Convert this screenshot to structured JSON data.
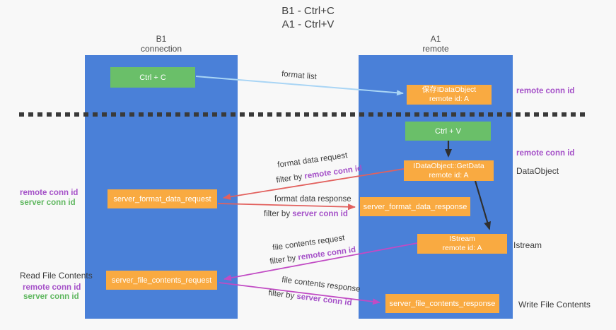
{
  "title": {
    "line1": "B1 - Ctrl+C",
    "line2": "A1 - Ctrl+V"
  },
  "lanes": {
    "left": {
      "name": "B1",
      "role": "connection"
    },
    "right": {
      "name": "A1",
      "role": "remote"
    }
  },
  "boxes": {
    "ctrl_c": {
      "label": "Ctrl + C"
    },
    "ctrl_v": {
      "label": "Ctrl + V"
    },
    "save_dataobject": {
      "line1": "保存IDataObject",
      "line2": "remote id: A"
    },
    "getdata": {
      "line1": "IDataObject::GetData",
      "line2": "remote id: A"
    },
    "istream": {
      "line1": "IStream",
      "line2": "remote id: A"
    },
    "format_request": {
      "label": "server_format_data_request"
    },
    "format_response": {
      "label": "server_format_data_response"
    },
    "file_request": {
      "label": "server_file_contents_request"
    },
    "file_response": {
      "label": "server_file_contents_response"
    }
  },
  "arrows": {
    "format_list": {
      "label": "format list"
    },
    "format_data_request": {
      "label": "format data request",
      "filter_prefix": "filter by ",
      "filter_key": "remote conn id"
    },
    "format_data_response": {
      "label": "format data response",
      "filter_prefix": "filter by ",
      "filter_key": "server conn id"
    },
    "file_contents_request": {
      "label": "file contents request",
      "filter_prefix": "filter by ",
      "filter_key": "remote conn id"
    },
    "file_contents_response": {
      "label": "file contents response",
      "filter_prefix": "filter by ",
      "filter_key": "server conn id"
    }
  },
  "annotations": {
    "right_remote_conn_id_top": "remote conn id",
    "right_remote_conn_id_mid": "remote conn id",
    "right_dataobject": "DataObject",
    "right_istream": "Istream",
    "right_write_file_contents": "Write File Contents",
    "left_remote_conn_id_mid": "remote conn id",
    "left_server_conn_id_mid": "server conn id",
    "left_read_file_contents": "Read File Contents",
    "left_remote_conn_id_bottom": "remote conn id",
    "left_server_conn_id_bottom": "server conn id"
  },
  "colors": {
    "lane_blue": "#4a80d8",
    "box_green": "#6abf69",
    "box_orange": "#f9aa41",
    "purple_text": "#a551c8",
    "green_text": "#5fb75f",
    "arrow_red": "#e2615e",
    "arrow_magenta": "#c14bc4",
    "arrow_lightblue": "#a9d5f5",
    "arrow_black": "#2f2f2f",
    "background": "#f8f8f8"
  }
}
